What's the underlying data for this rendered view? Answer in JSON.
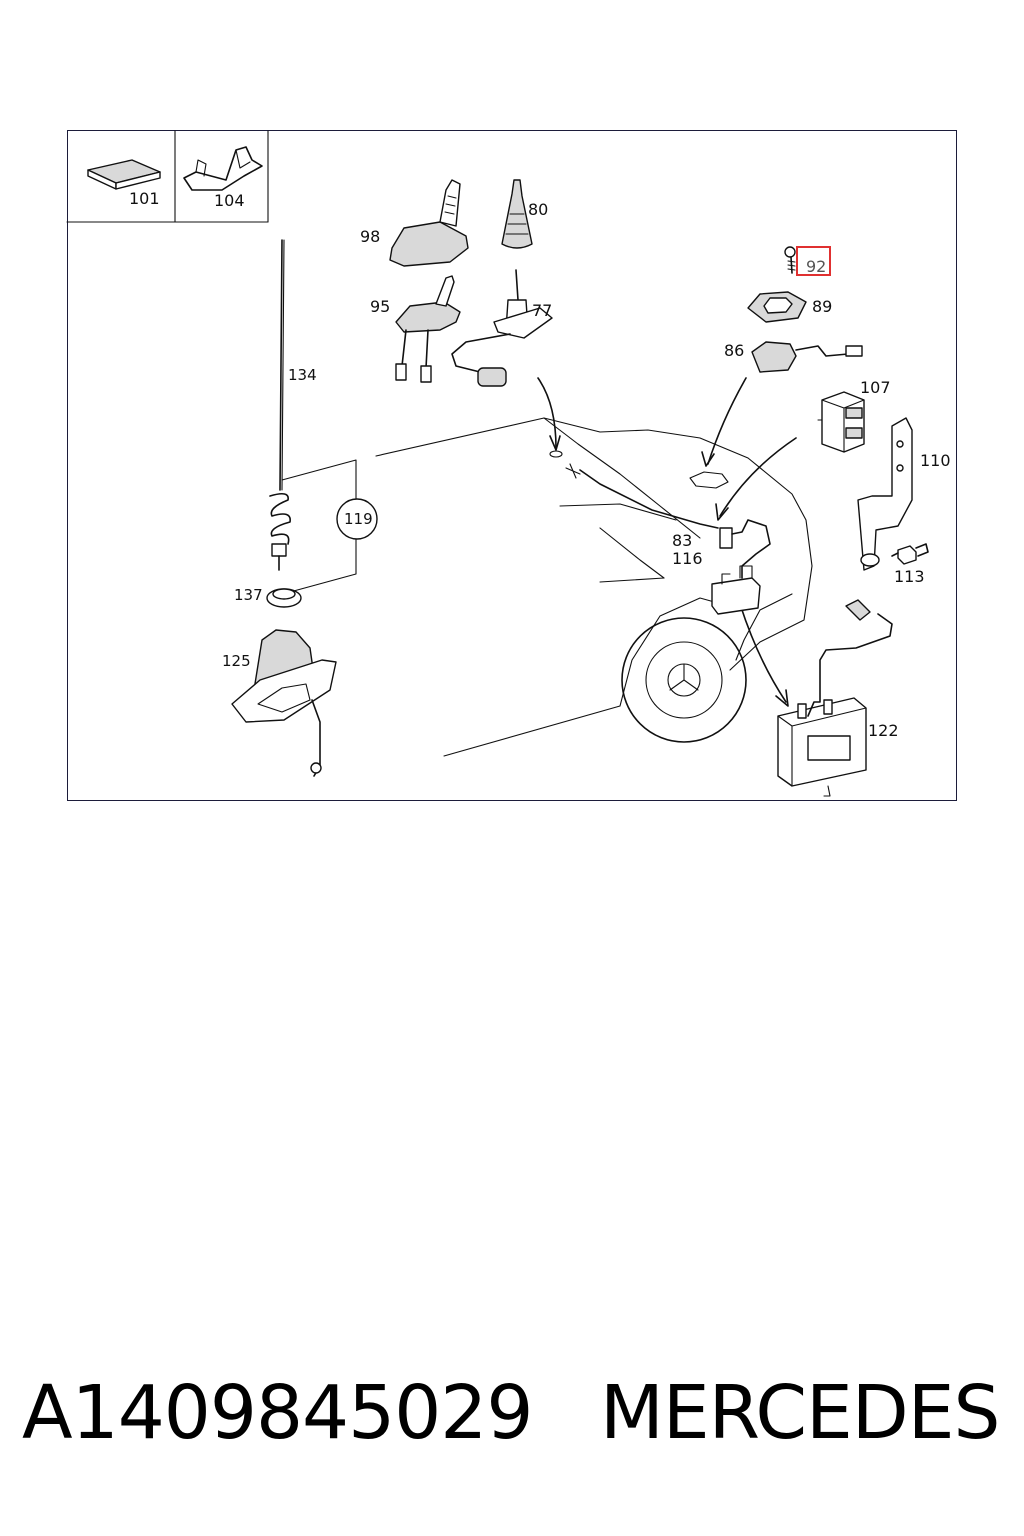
{
  "diagram": {
    "callouts": {
      "c101": "101",
      "c104": "104",
      "c98": "98",
      "c80": "80",
      "c92": "92",
      "c95": "95",
      "c77": "77",
      "c89": "89",
      "c86": "86",
      "c134": "134",
      "c107": "107",
      "c110": "110",
      "c119": "119",
      "c83": "83",
      "c116": "116",
      "c113": "113",
      "c137": "137",
      "c125": "125",
      "c122": "122"
    },
    "highlighted_callout": "92",
    "highlight_color": "#e03030"
  },
  "footer": {
    "part_number": "A1409845029",
    "brand": "MERCEDES"
  }
}
